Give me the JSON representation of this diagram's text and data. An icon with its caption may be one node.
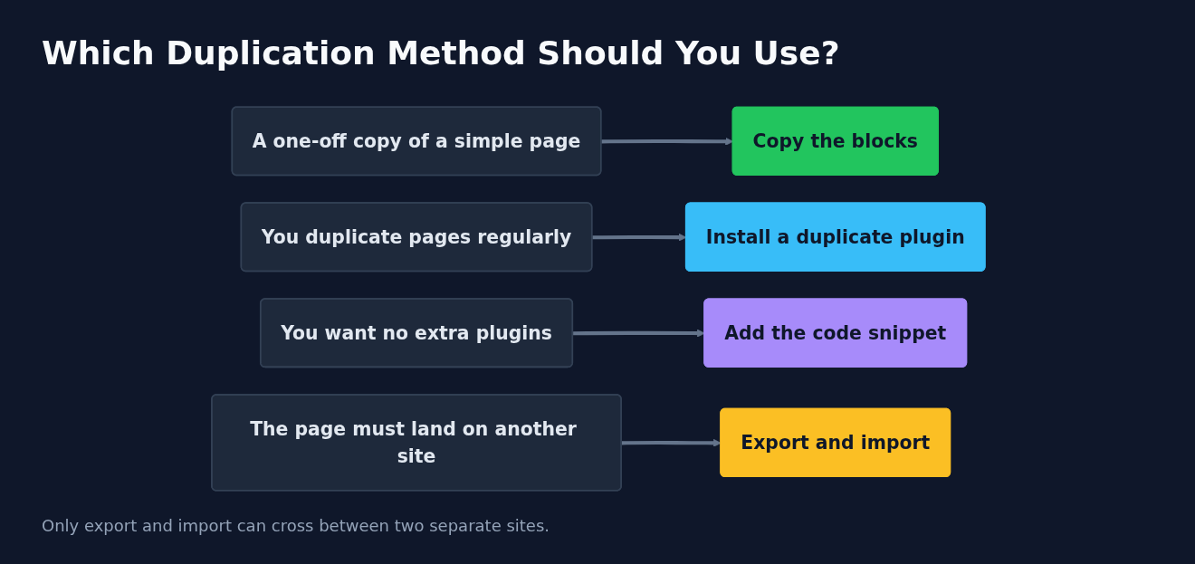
{
  "diagram": {
    "title": "Which Duplication Method Should You Use?",
    "caption": "Only export and import can cross between two separate sites.",
    "nodes": [
      {
        "text": [
          "A one-off copy of a simple page"
        ]
      },
      {
        "text": [
          "Copy the blocks"
        ]
      },
      {
        "text": [
          "You duplicate pages regularly"
        ]
      },
      {
        "text": [
          "Install a duplicate plugin"
        ]
      },
      {
        "text": [
          "You want no extra plugins"
        ]
      },
      {
        "text": [
          "Add the code snippet"
        ]
      },
      {
        "text": [
          "The page must land on another site"
        ]
      },
      {
        "text": [
          "Export and import"
        ]
      }
    ],
    "edges": [
      {
        "from": 0,
        "to": 1,
        "arrow": "to"
      },
      {
        "from": 2,
        "to": 3,
        "arrow": "to"
      },
      {
        "from": 4,
        "to": 5,
        "arrow": "to"
      },
      {
        "from": 6,
        "to": 7,
        "arrow": "to"
      }
    ]
  }
}
